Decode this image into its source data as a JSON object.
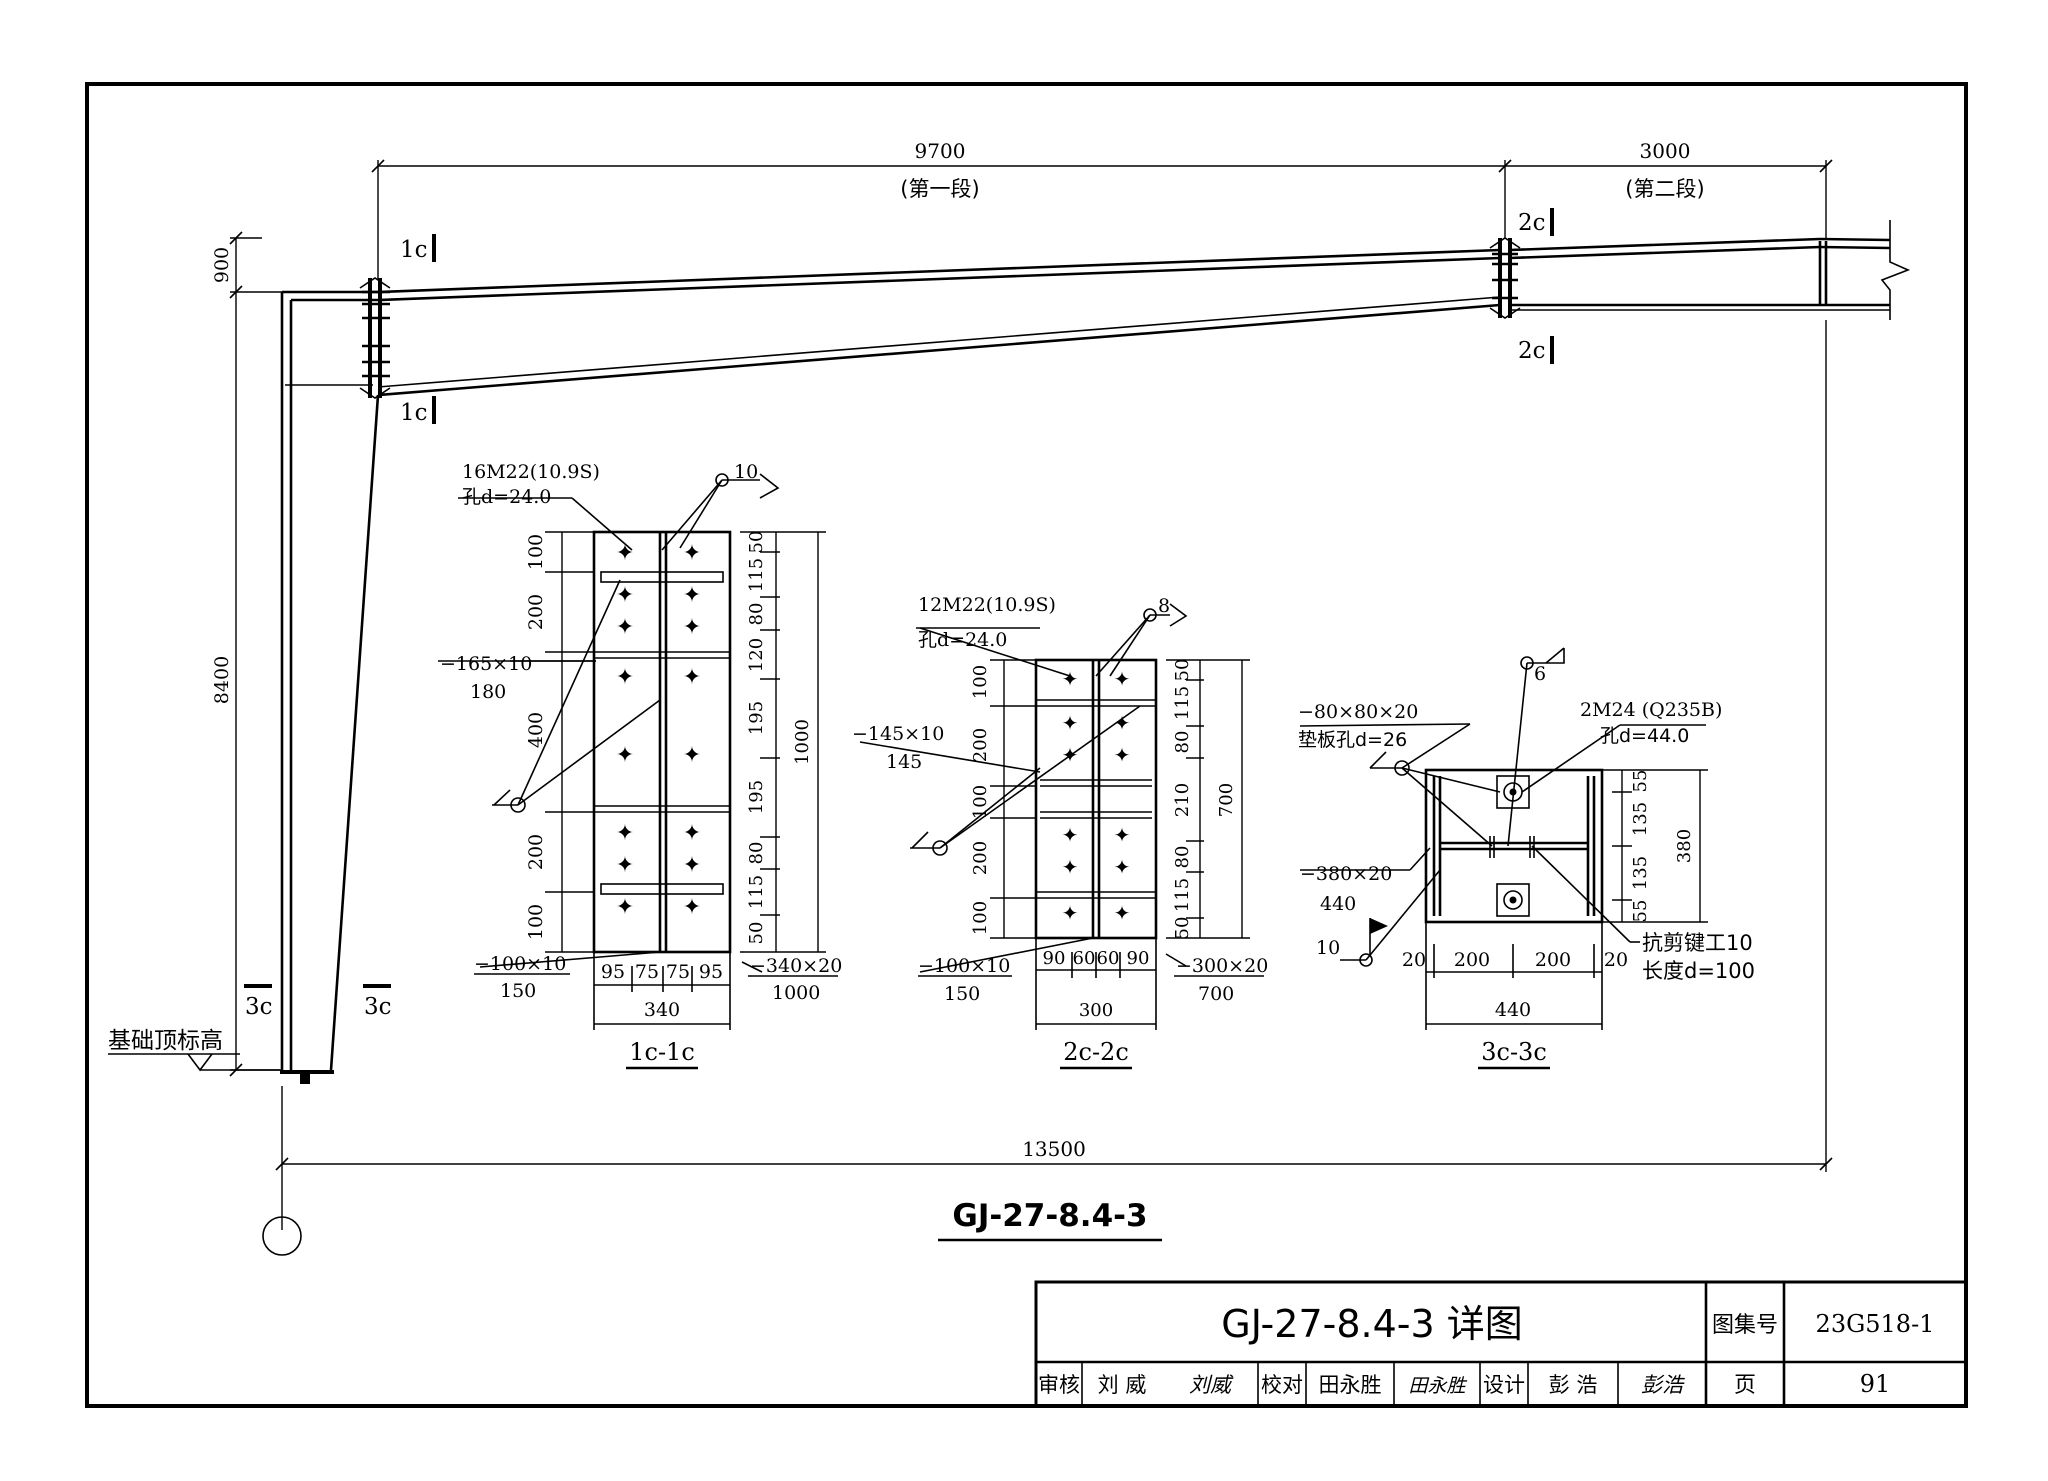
{
  "frame_title": "GJ-27-8.4-3",
  "elevation": {
    "dims": {
      "seg1_length": "9700",
      "seg1_label": "(第一段)",
      "seg2_length": "3000",
      "seg2_label": "(第二段)",
      "haunch_height": "900",
      "column_height": "8400",
      "total_span": "13500"
    },
    "section_marks": {
      "s1": "1c",
      "s2": "2c",
      "s3": "3c"
    },
    "foundation_label": "基础顶标高"
  },
  "section_1c": {
    "title": "1c-1c",
    "bolts": "16M22(10.9S)",
    "hole": "孔d=24.0",
    "weld_size": "10",
    "stiffener": "−165×10",
    "stiffener_len": "180",
    "plate_small": "−100×10",
    "plate_small_len": "150",
    "end_plate": "−340×20",
    "end_plate_len": "1000",
    "left_dims": [
      "100",
      "200",
      "400",
      "200",
      "100"
    ],
    "right_dims": [
      "50",
      "115",
      "80",
      "120",
      "195",
      "195",
      "80",
      "115",
      "50"
    ],
    "total_height": "1000",
    "bottom_dims": [
      "95",
      "75",
      "75",
      "95"
    ],
    "total_width": "340"
  },
  "section_2c": {
    "title": "2c-2c",
    "bolts": "12M22(10.9S)",
    "hole": "孔d=24.0",
    "weld_size": "8",
    "stiffener": "−145×10",
    "stiffener_len": "145",
    "plate_small": "−100×10",
    "plate_small_len": "150",
    "end_plate": "−300×20",
    "end_plate_len": "700",
    "left_dims": [
      "100",
      "200",
      "100",
      "200",
      "100"
    ],
    "right_dims": [
      "50",
      "115",
      "80",
      "210",
      "80",
      "115",
      "50"
    ],
    "total_height": "700",
    "bottom_dims": [
      "90",
      "60",
      "60",
      "90"
    ],
    "total_width": "300"
  },
  "section_3c": {
    "title": "3c-3c",
    "weld_top": "6",
    "washer": "−80×80×20",
    "washer_hole": "垫板孔d=26",
    "anchor": "2M24 (Q235B)",
    "anchor_hole": "孔d=44.0",
    "base_plate": "−380×20",
    "base_plate_len": "440",
    "weld_bottom": "10",
    "shear_key": "抗剪键工10",
    "shear_key_len": "长度d=100",
    "right_dims": [
      "55",
      "135",
      "135",
      "55"
    ],
    "total_height": "380",
    "bottom_dims": [
      "20",
      "200",
      "200",
      "20"
    ],
    "total_width": "440"
  },
  "title_block": {
    "drawing_title": "GJ-27-8.4-3 详图",
    "atlas_label": "图集号",
    "atlas_no": "23G518-1",
    "page_label": "页",
    "page_no": "91",
    "review_label": "审核",
    "reviewer": "刘 威",
    "review_sig": "刘威",
    "check_label": "校对",
    "checker": "田永胜",
    "check_sig": "田永胜",
    "design_label": "设计",
    "designer": "彭 浩",
    "design_sig": "彭浩"
  }
}
